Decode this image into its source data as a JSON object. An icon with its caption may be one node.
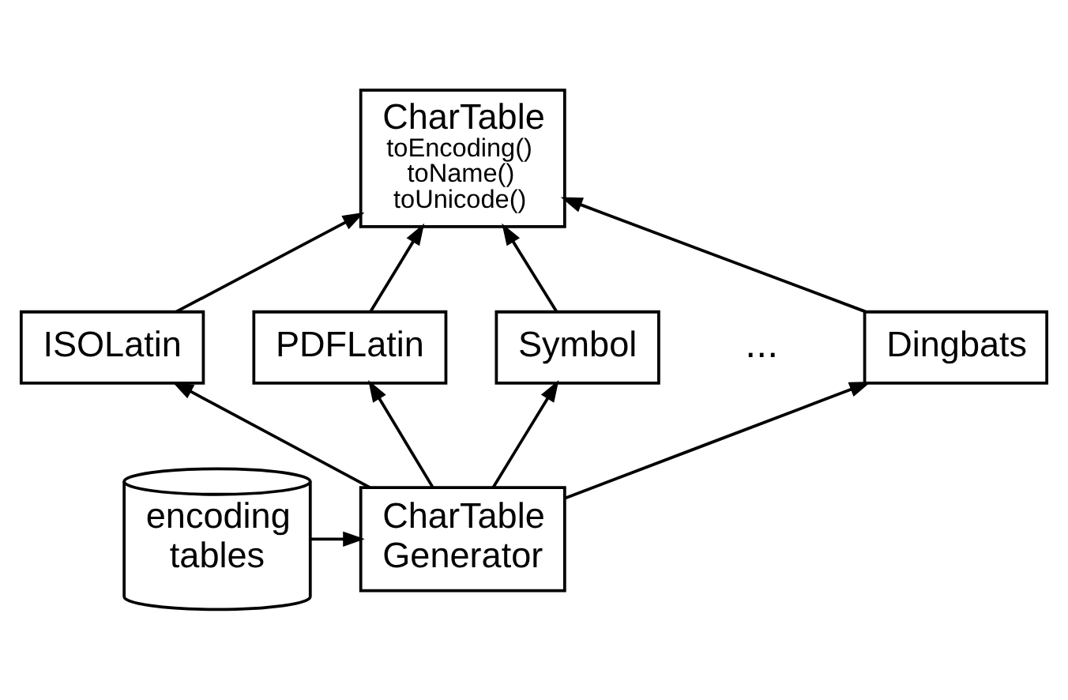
{
  "diagram": {
    "nodes": [
      {
        "text": [
          "CharTable",
          "toEncoding() toName() toUnicode()"
        ]
      },
      {
        "text": [
          "ISOLatin"
        ]
      },
      {
        "text": [
          "PDFLatin"
        ]
      },
      {
        "text": [
          "Symbol"
        ]
      },
      {
        "text": [
          "Dingbats"
        ]
      },
      {
        "text": [
          "CharTable Generator"
        ]
      },
      {
        "text": [
          "encoding tables"
        ]
      }
    ],
    "edges": [
      {
        "from": 1,
        "to": 0,
        "arrow": "to"
      },
      {
        "from": 2,
        "to": 0,
        "arrow": "to"
      },
      {
        "from": 3,
        "to": 0,
        "arrow": "to"
      },
      {
        "from": 4,
        "to": 0,
        "arrow": "to"
      },
      {
        "from": 5,
        "to": 1,
        "arrow": "to"
      },
      {
        "from": 5,
        "to": 2,
        "arrow": "to"
      },
      {
        "from": 5,
        "to": 3,
        "arrow": "to"
      },
      {
        "from": 5,
        "to": 4,
        "arrow": "to"
      },
      {
        "from": 6,
        "to": 5,
        "arrow": "to"
      }
    ],
    "labels": [
      "..."
    ]
  }
}
